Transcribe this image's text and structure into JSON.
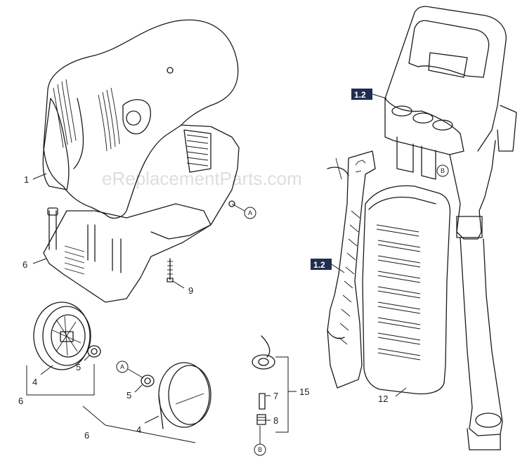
{
  "watermark": "eReplacementParts.com",
  "callouts": {
    "housing": "1",
    "base_left": "6",
    "screw": "9",
    "wheel_set_upper": "6",
    "wheel_upper": "4",
    "hub_upper": "5",
    "hub_lower": "5",
    "wheel_lower": "4",
    "wheel_set_lower": "6",
    "hose_part": "7",
    "coupling": "8",
    "hose_group": "15",
    "panel": "12"
  },
  "reference_tags": {
    "handle": "1.2",
    "frame": "1.2"
  },
  "circle_refs": {
    "a_housing": "A",
    "a_wheel": "A",
    "b_frame": "B",
    "b_hose": "B"
  },
  "colors": {
    "line": "#1a1a1a",
    "tag_fill": "#1f2d4f"
  }
}
